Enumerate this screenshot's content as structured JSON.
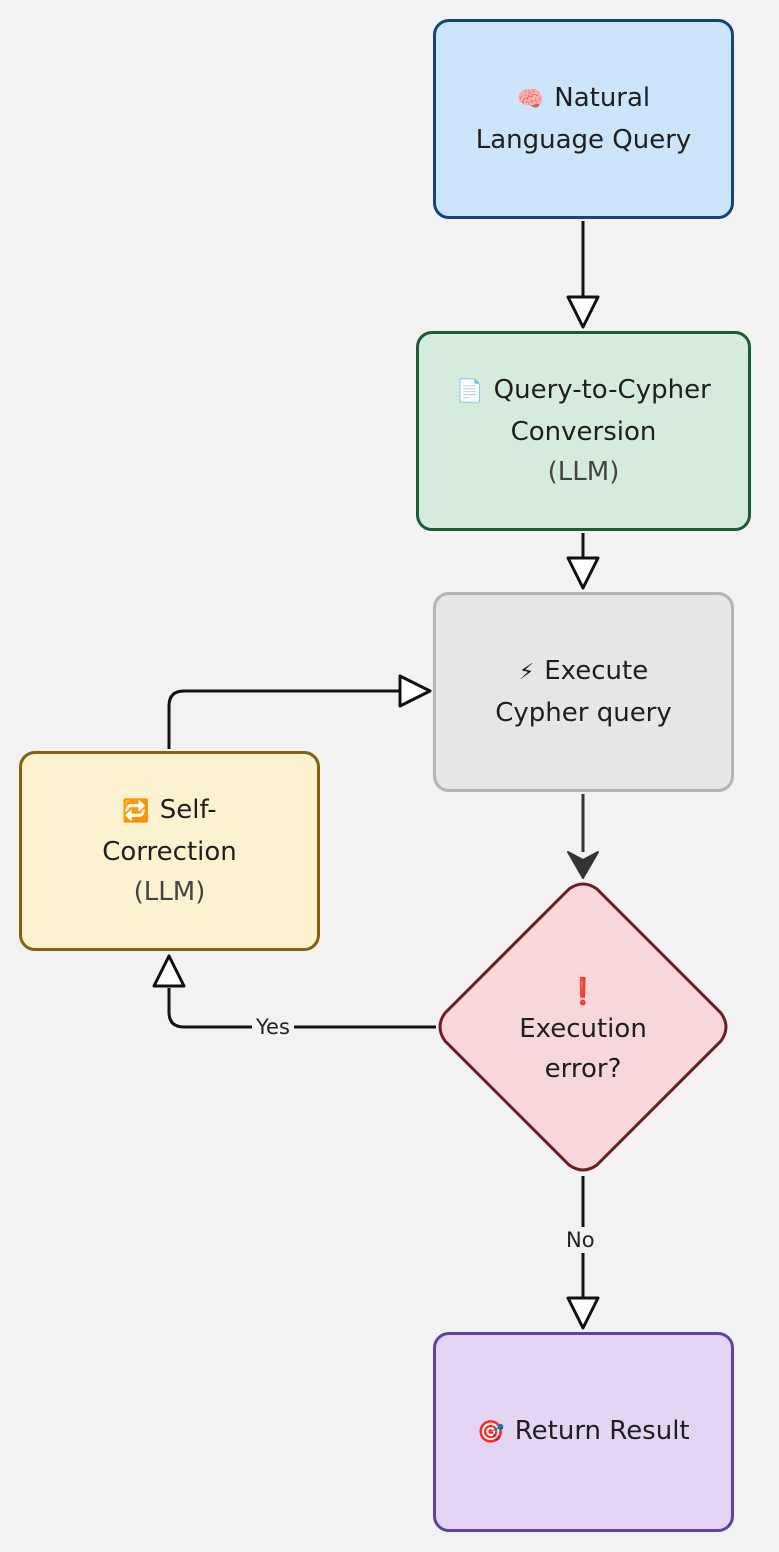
{
  "nodes": {
    "natural_language_query": {
      "icon": "🧠",
      "icon_name": "brain-icon",
      "line1": "Natural",
      "line2": "Language Query",
      "fill": "#cce5fb",
      "stroke": "#14447a"
    },
    "query_to_cypher": {
      "icon": "📄",
      "icon_name": "document-icon",
      "line1": "Query-to-Cypher",
      "line2": "Conversion",
      "line3": "(LLM)",
      "fill": "#d5ecdc",
      "stroke": "#1f5a32"
    },
    "execute_cypher": {
      "icon": "⚡",
      "icon_name": "lightning-icon",
      "line1": "Execute",
      "line2": "Cypher query",
      "fill": "#e6e6e6",
      "stroke": "#b4b4b4"
    },
    "execution_error": {
      "icon": "❗",
      "icon_name": "exclamation-icon",
      "line1": "Execution",
      "line2": "error?",
      "fill": "#f8d7da",
      "stroke": "#6b1d24"
    },
    "self_correction": {
      "icon": "🔁",
      "icon_name": "repeat-icon",
      "line1": "Self-",
      "line2": "Correction",
      "line3": "(LLM)",
      "fill": "#fdf2cf",
      "stroke": "#7f6412"
    },
    "return_result": {
      "icon": "🎯",
      "icon_name": "target-icon",
      "line1": "Return Result",
      "fill": "#e4d5f5",
      "stroke": "#6241a6"
    }
  },
  "edges": {
    "yes_label": "Yes",
    "no_label": "No"
  }
}
